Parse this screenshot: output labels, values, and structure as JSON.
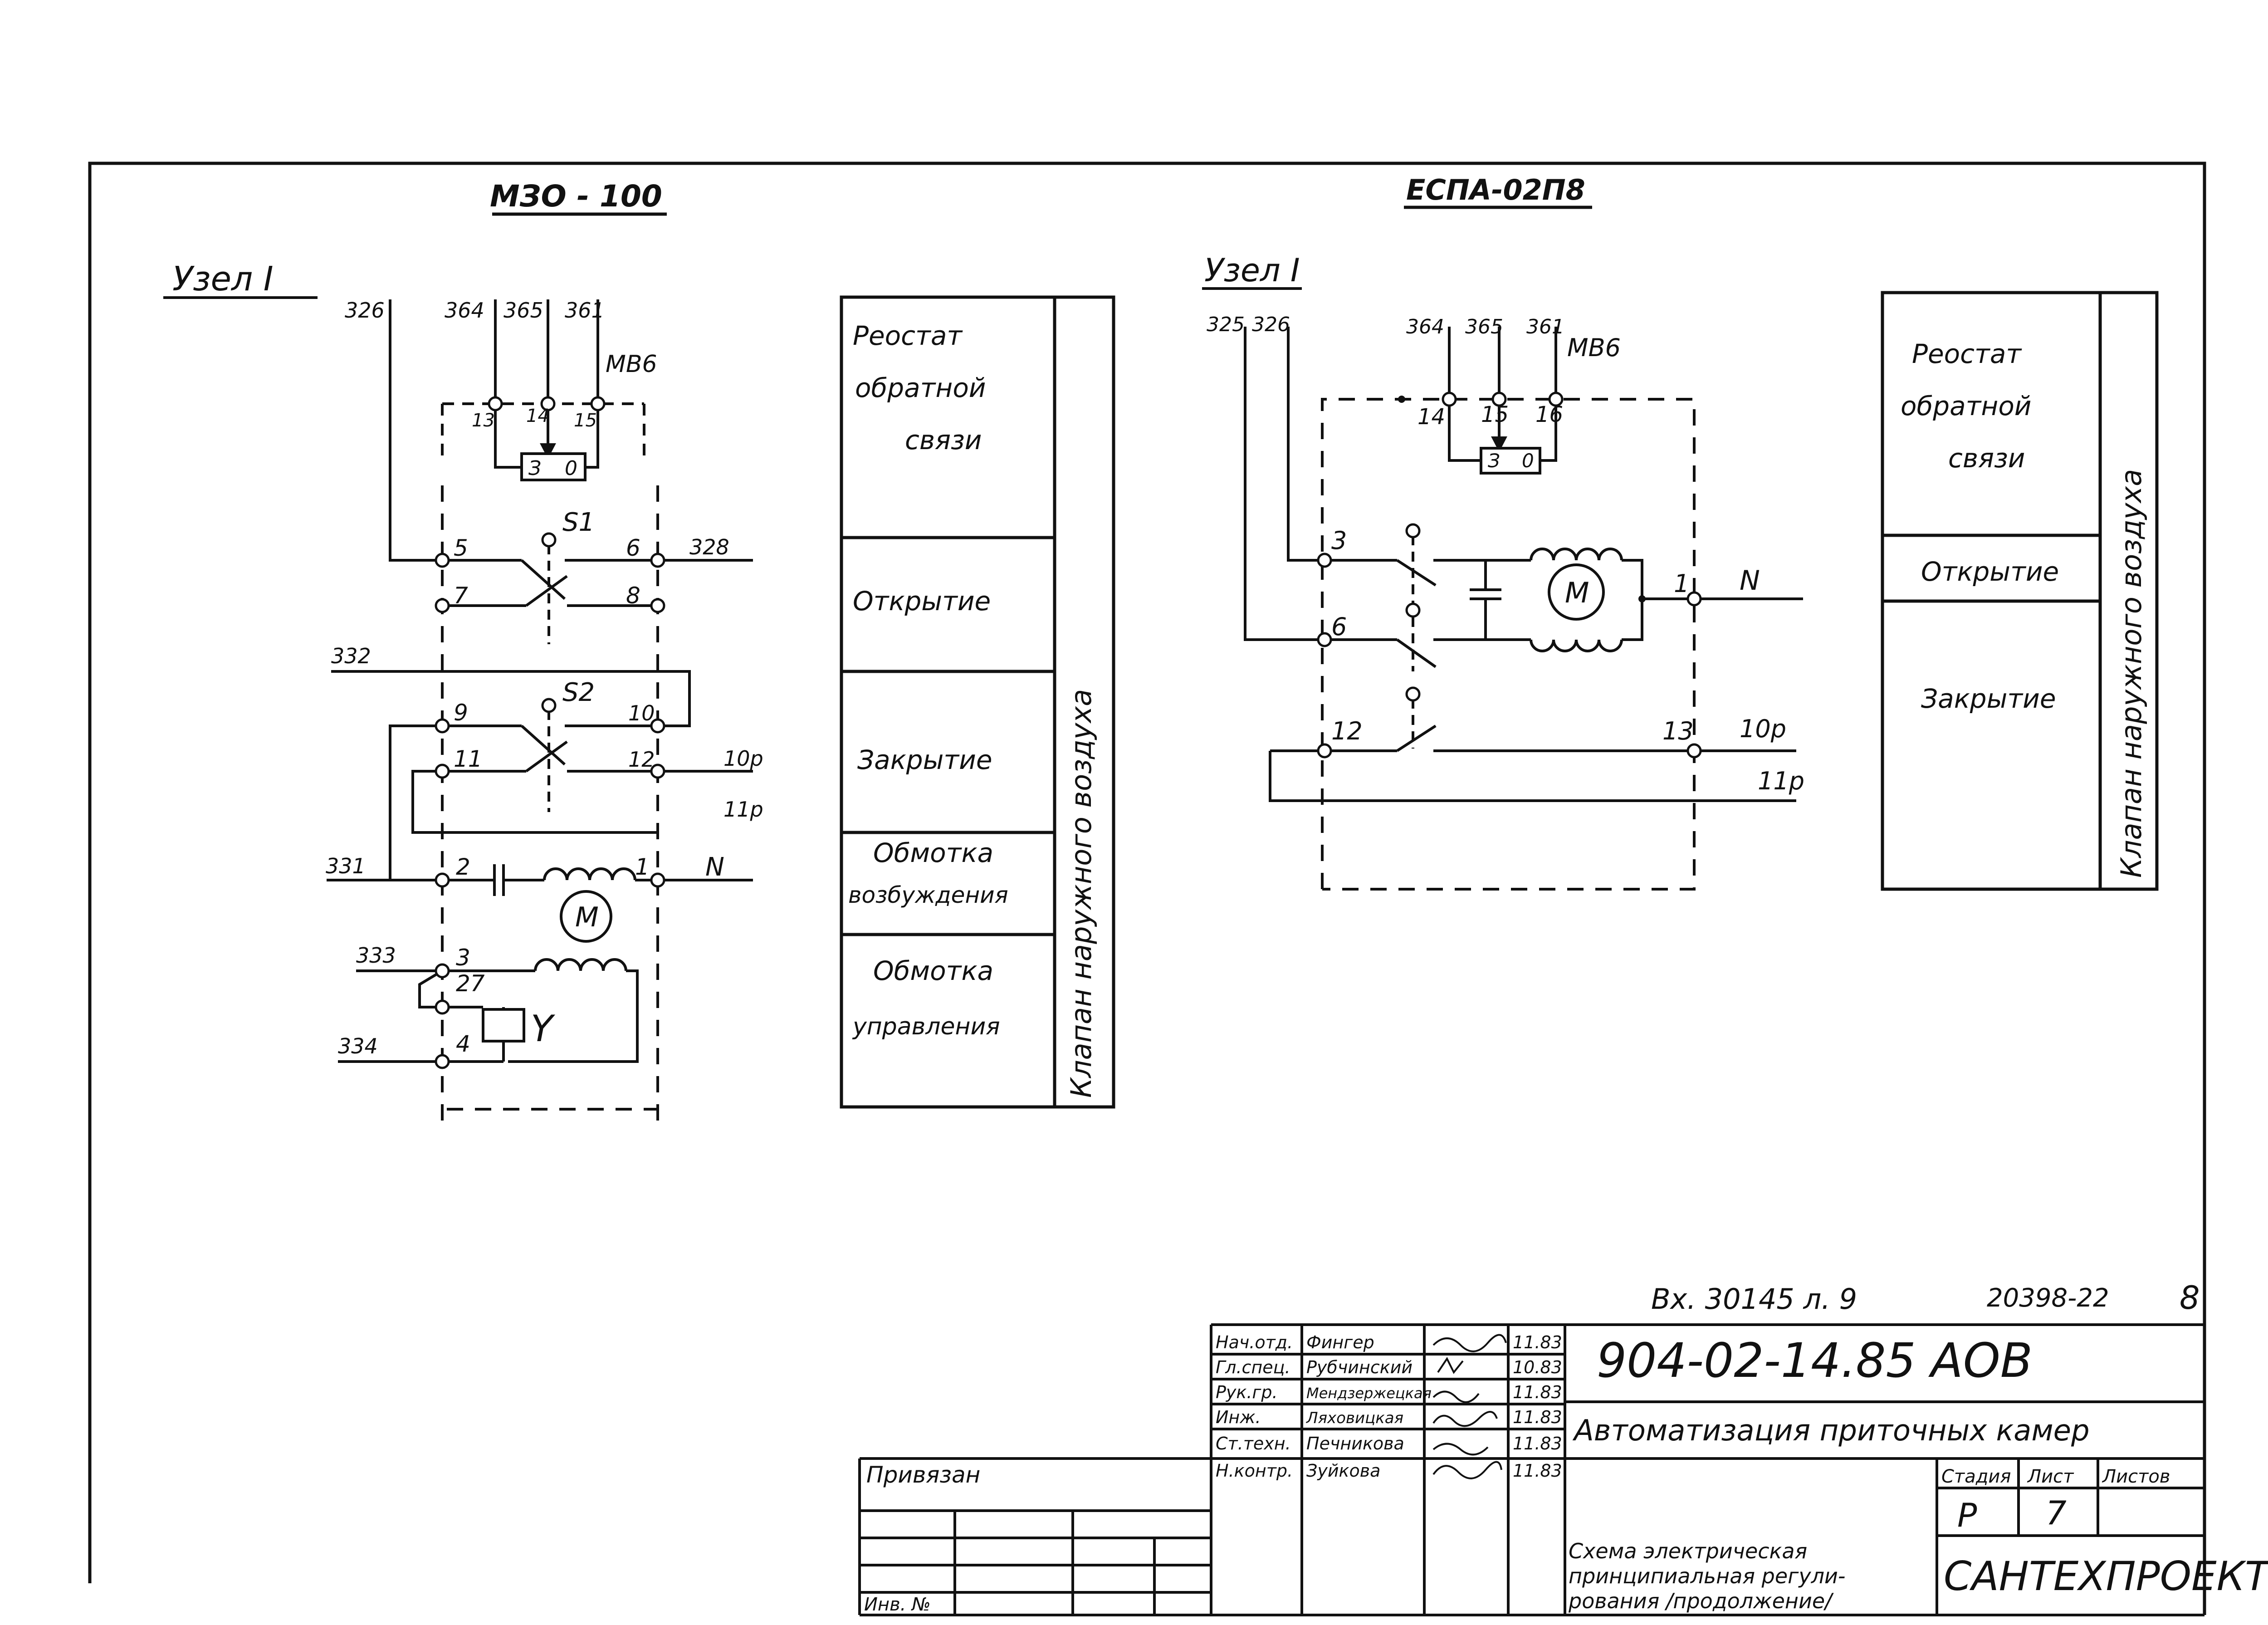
{
  "left": {
    "title": "МЗО - 100",
    "node": "Узел I",
    "terminals": {
      "t13": "13",
      "t14": "14",
      "t15": "15",
      "t5": "5",
      "t7": "7",
      "t6": "6",
      "t8": "8",
      "t9": "9",
      "t11": "11",
      "t10": "10",
      "t12": "12",
      "t2": "2",
      "t1": "1",
      "t3": "3",
      "t27": "27",
      "t4": "4"
    },
    "wires": {
      "w326": "326",
      "w364": "364",
      "w365": "365",
      "w361": "361",
      "mv6": "МВ6",
      "w328": "328",
      "w332": "332",
      "w10p": "10р",
      "w11p": "11р",
      "w331": "331",
      "n": "N",
      "w333": "333",
      "w334": "334"
    },
    "switches": {
      "s1": "S1",
      "s2": "S2"
    },
    "rheo": {
      "a": "З",
      "b": "0"
    },
    "motor": "M",
    "coil": "Y",
    "legend": {
      "rows": [
        "Реостат обратной связи",
        "Открытие",
        "Закрытие",
        "Обмотка возбуждения",
        "Обмотка управления"
      ],
      "side": "Клапан наружного воздуха"
    }
  },
  "right": {
    "title": "ЕСПА-02П8",
    "node": "Узел I",
    "terminals": {
      "t14": "14",
      "t15": "15",
      "t16": "16",
      "t3": "3",
      "t6": "6",
      "t1": "1",
      "t12": "12",
      "t13": "13"
    },
    "wires": {
      "w325": "325",
      "w326": "326",
      "w364": "364",
      "w365": "365",
      "w361": "361",
      "mv6": "МВ6",
      "n": "N",
      "w10p": "10р",
      "w11p": "11р"
    },
    "rheo": {
      "a": "З",
      "b": "0"
    },
    "motor": "M",
    "legend": {
      "rows": [
        "Реостат обратной связи",
        "Открытие",
        "Закрытие"
      ],
      "side": "Клапан наружного воздуха"
    }
  },
  "stamp": {
    "inv_ref": "Вх. 30145 л. 9",
    "sheet_code": "20398-22",
    "sheet_num": "8",
    "doc_code": "904-02-14.85 АОВ",
    "project": "Автоматизация приточных камер",
    "drawing": "Схема электрическая принципиальная регулирования /продолжение/",
    "org": "САНТЕХПРОЕКТ",
    "tied": "Привязан",
    "inv_no": "Инв. №",
    "stage_label": "Стадия",
    "sheet_label": "Лист",
    "sheets_label": "Листов",
    "stage": "Р",
    "sheet": "7",
    "people": [
      {
        "role": "Нач.отд.",
        "name": "Фингер",
        "date": "11.83"
      },
      {
        "role": "Гл.спец.",
        "name": "Рубчинский",
        "date": "10.83"
      },
      {
        "role": "Рук.гр.",
        "name": "Мендзержецкая",
        "date": "11.83"
      },
      {
        "role": "Инж.",
        "name": "Ляховицкая",
        "date": "11.83"
      },
      {
        "role": "Ст.техн.",
        "name": "Печникова",
        "date": "11.83"
      },
      {
        "role": "Н.контр.",
        "name": "Зуйкова",
        "date": "11.83"
      }
    ]
  }
}
